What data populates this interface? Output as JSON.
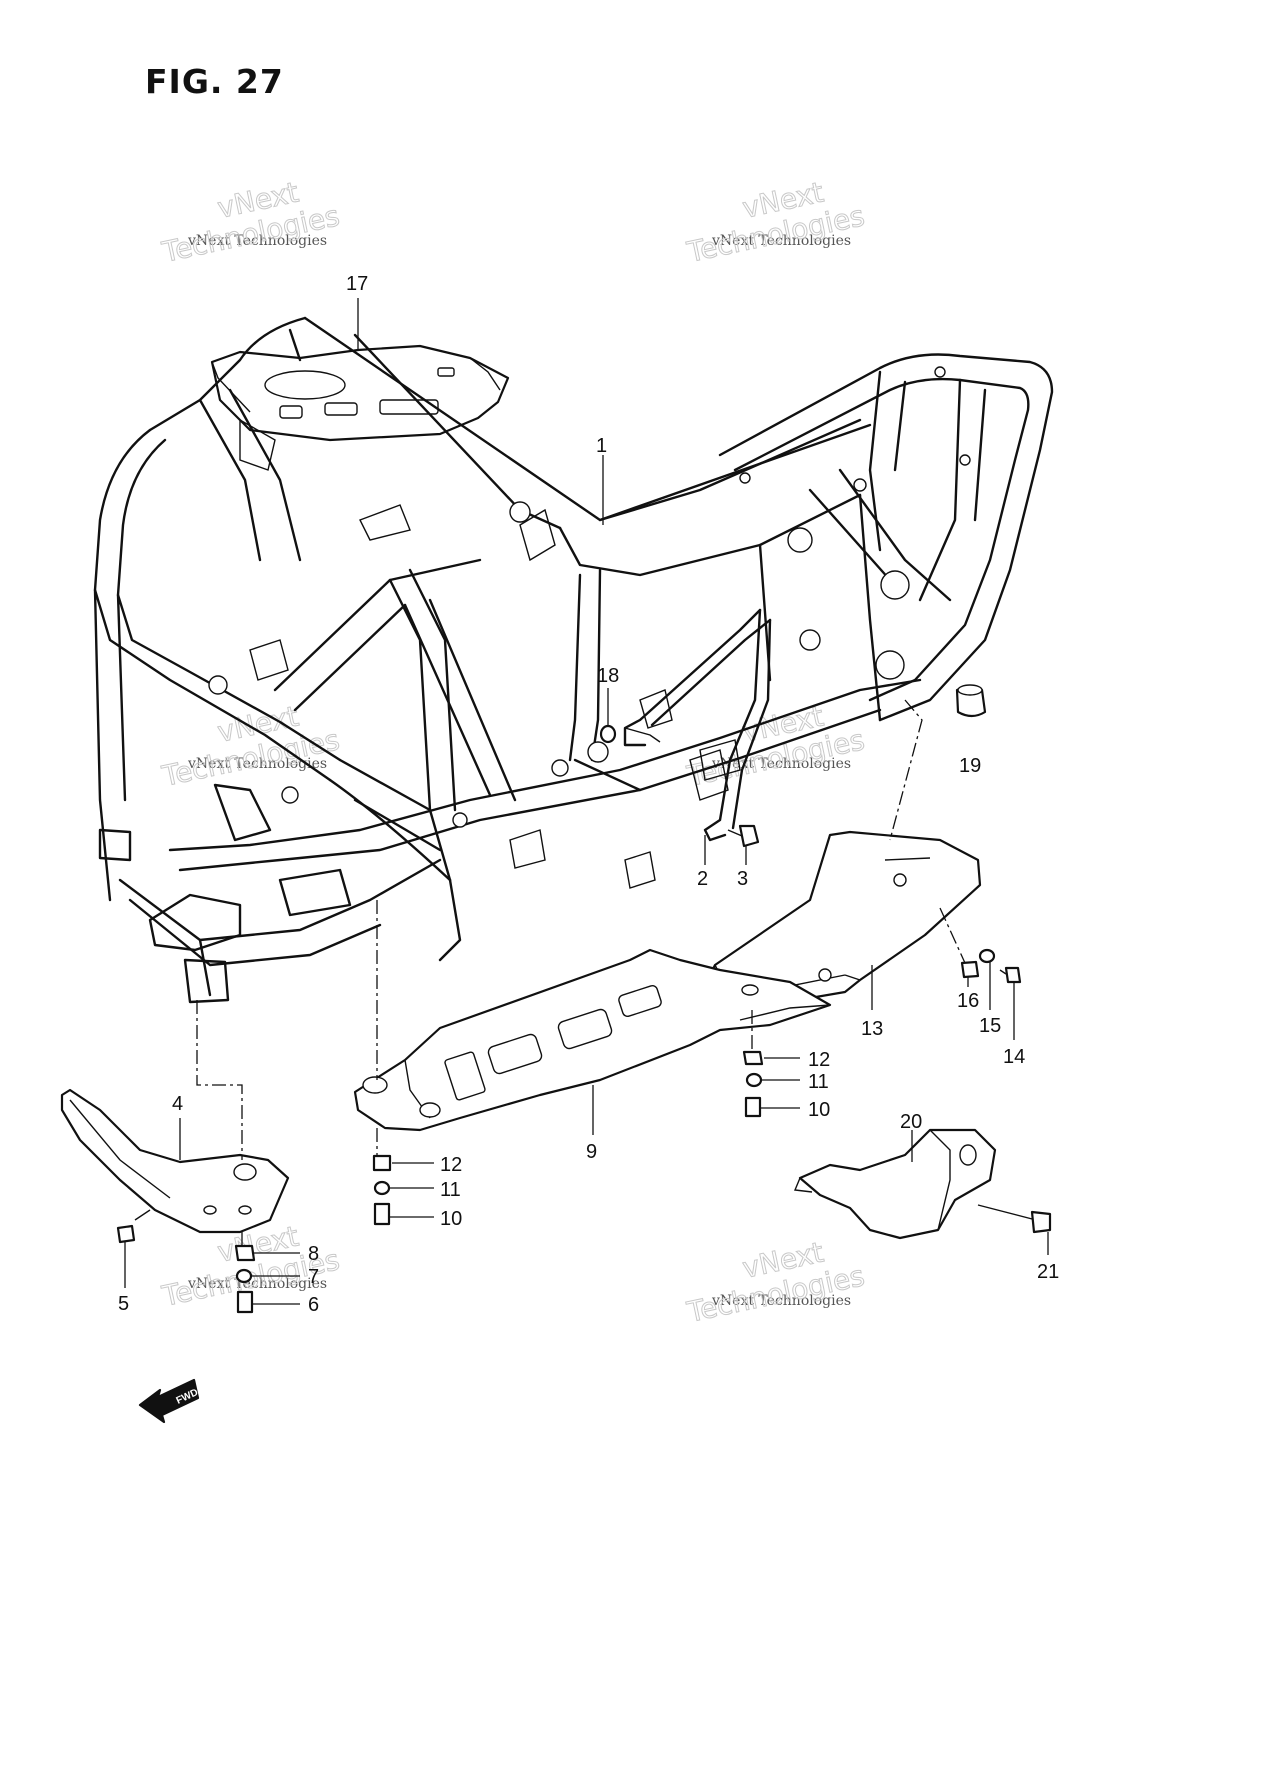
{
  "figure": {
    "title": "FIG. 27"
  },
  "watermark": {
    "small": "vNext Technologies",
    "big_line1": "vNext",
    "big_line2": "Technologies"
  },
  "fwd_label": "FWD",
  "callouts": {
    "c1": "1",
    "c2": "2",
    "c3": "3",
    "c4": "4",
    "c5": "5",
    "c6": "6",
    "c7": "7",
    "c8": "8",
    "c9": "9",
    "c10a": "10",
    "c10b": "10",
    "c11a": "11",
    "c11b": "11",
    "c12a": "12",
    "c12b": "12",
    "c13": "13",
    "c14": "14",
    "c15": "15",
    "c16": "16",
    "c17": "17",
    "c18": "18",
    "c19": "19",
    "c20": "20",
    "c21": "21"
  }
}
